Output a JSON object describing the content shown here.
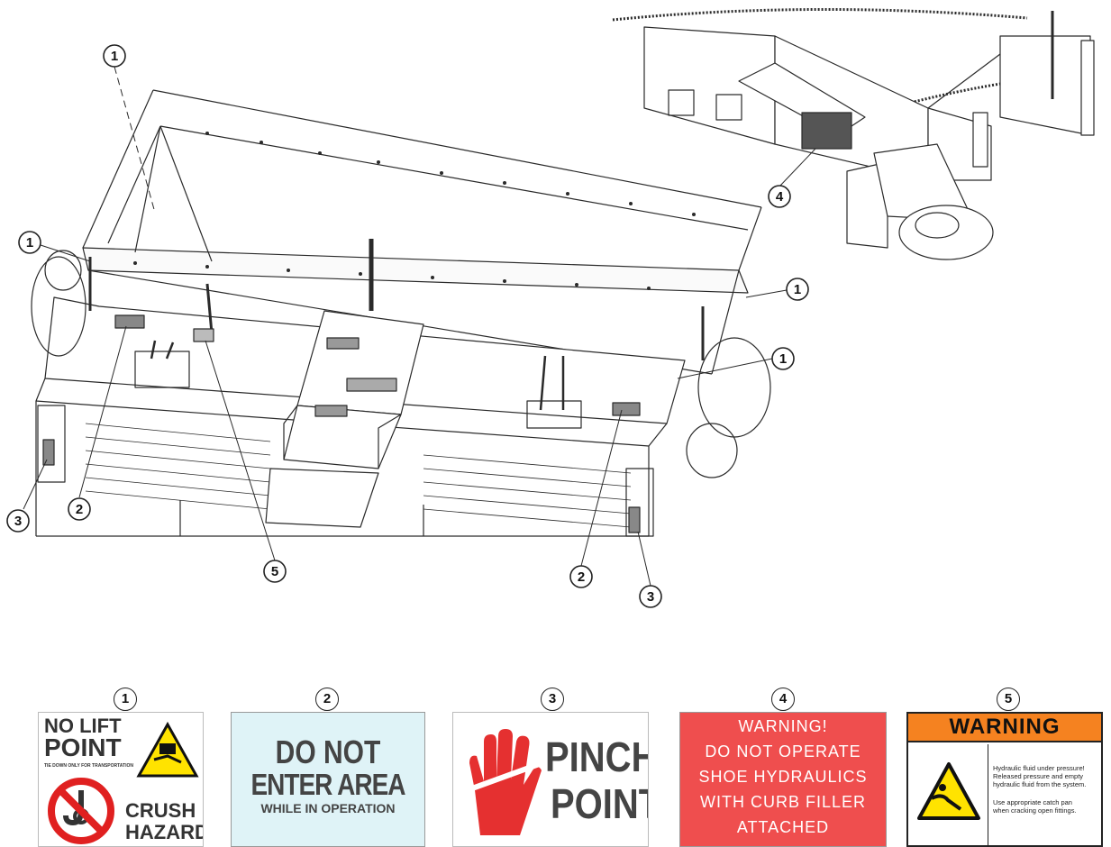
{
  "callouts": {
    "c1a": "1",
    "c1b": "1",
    "c1c": "1",
    "c1d": "1",
    "c2a": "2",
    "c2b": "2",
    "c3a": "3",
    "c3b": "3",
    "c4": "4",
    "c5a": "5"
  },
  "legend": [
    {
      "num": "1"
    },
    {
      "num": "2"
    },
    {
      "num": "3"
    },
    {
      "num": "4"
    },
    {
      "num": "5"
    }
  ],
  "decal1": {
    "line1": "NO LIFT",
    "line2": "POINT",
    "small": "TIE DOWN ONLY FOR TRANSPORTATION",
    "crush1": "CRUSH",
    "crush2": "HAZARD"
  },
  "decal2": {
    "line1": "DO NOT",
    "line2": "ENTER AREA",
    "line3": "WHILE IN OPERATION"
  },
  "decal3": {
    "line1": "PINCH",
    "line2": "POINT"
  },
  "decal4": {
    "line1": "WARNING!",
    "line2": "DO NOT OPERATE",
    "line3": "SHOE HYDRAULICS",
    "line4": "WITH CURB FILLER",
    "line5": "ATTACHED"
  },
  "decal5": {
    "header": "WARNING",
    "t1": "Hydraulic fluid under pressure!",
    "t2": "Released pressure and empty",
    "t3": "hydraulic fluid from the system.",
    "t4": "Use appropriate catch pan",
    "t5": "when cracking open fittings."
  },
  "colors": {
    "line": "#2a2a2a",
    "decal4_bg": "#ef4e4e",
    "decal5_header": "#f58220",
    "decal2_bg": "#dff3f7",
    "hazard_yellow": "#ffe300",
    "stop_red": "#e02020"
  }
}
